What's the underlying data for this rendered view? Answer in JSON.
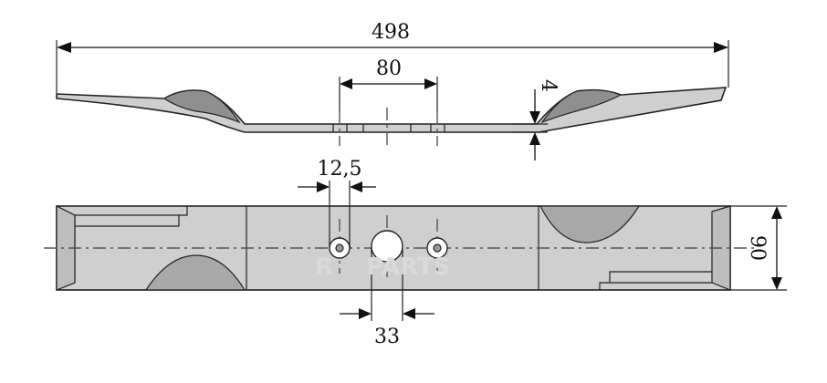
{
  "dimensions": {
    "overall_length": "498",
    "hole_spacing": "80",
    "thickness": "4",
    "small_hole": "12,5",
    "center_hole": "33",
    "width": "90"
  },
  "watermark": "R    PARTS"
}
